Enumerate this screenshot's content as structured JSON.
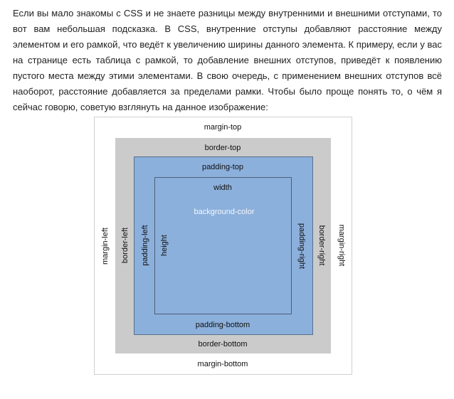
{
  "paragraph": "Если вы мало знакомы с CSS и не знаете разницы между внутренними и внешними отступами, то вот вам небольшая подсказка. В CSS, внутренние отступы добавляют расстояние между элементом и его рамкой, что ведёт к увеличению ширины данного элемента. К примеру, если у вас на странице есть таблица с рамкой, то добавление внешних отступов, приведёт к появлению пустого места между этими элементами. В свою очередь, с применением внешних отступов всё наоборот, расстояние добавляется за пределами рамки. Чтобы было проще понять то, о чём я сейчас говорю, советую взглянуть на данное изображение:",
  "diagram": {
    "margin_top": "margin-top",
    "border_top": "border-top",
    "padding_top": "padding-top",
    "width": "width",
    "background_color": "background-color",
    "padding_bottom": "padding-bottom",
    "border_bottom": "border-bottom",
    "margin_bottom": "margin-bottom",
    "margin_left": "margin-left",
    "border_left": "border-left",
    "padding_left": "padding-left",
    "height": "height",
    "padding_right": "padding-right",
    "border_right": "border-right",
    "margin_right": "margin-right",
    "colors": {
      "margin": "#ffffff",
      "border": "#cbcbcb",
      "padding": "#8cb0dc"
    }
  }
}
